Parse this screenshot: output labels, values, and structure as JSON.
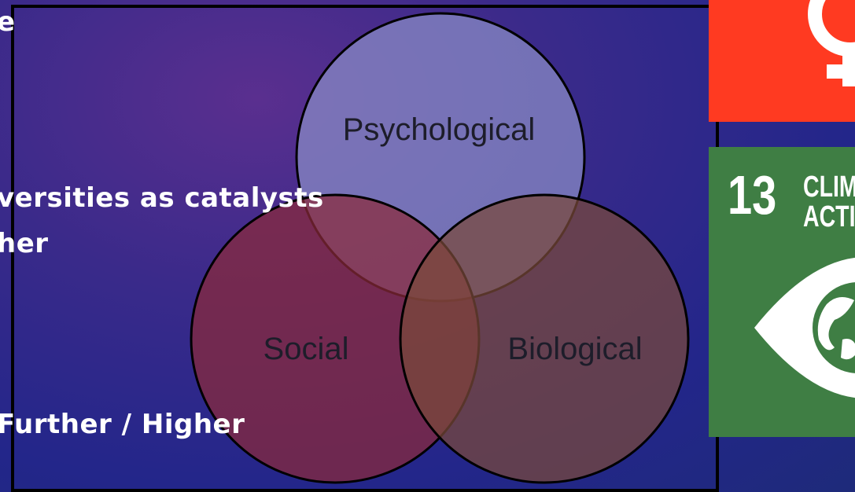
{
  "text_fragments": {
    "line1": "e",
    "line2": "versities as catalysts",
    "line3": "her",
    "line4": "Further / Higher"
  },
  "venn": {
    "top": "Psychological",
    "left": "Social",
    "right": "Biological",
    "colors": {
      "top": "#8a8ec8",
      "left": "#8a2a3a",
      "right": "#7a4a3a"
    }
  },
  "sdg_tiles": {
    "goal5_color": "#ff3a21",
    "goal13_number": "13",
    "goal13_title_line1": "CLIM",
    "goal13_title_line2": "ACTI",
    "goal13_color": "#3f7e44",
    "goal13_icon": "eye-earth-icon",
    "goal5_icon": "gender-symbol-icon"
  }
}
